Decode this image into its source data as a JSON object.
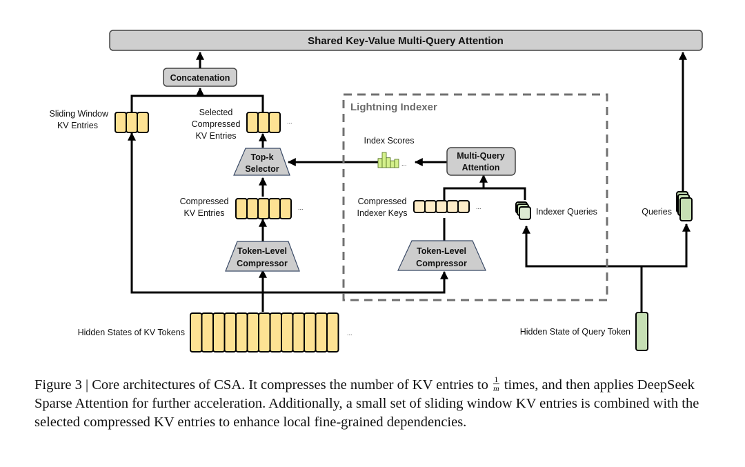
{
  "diagram": {
    "top_bar": "Shared Key-Value Multi-Query Attention",
    "concatenation": "Concatenation",
    "sliding_window": [
      "Sliding Window",
      "KV Entries"
    ],
    "selected_compressed": [
      "Selected",
      "Compressed",
      "KV Entries"
    ],
    "top_k_selector": [
      "Top-k",
      "Selector"
    ],
    "compressed_kv": [
      "Compressed",
      "KV Entries"
    ],
    "token_level_compressor": [
      "Token-Level",
      "Compressor"
    ],
    "hidden_states_kv": "Hidden States of KV Tokens",
    "lightning_indexer": "Lightning Indexer",
    "index_scores": "Index Scores",
    "multi_query_attention": [
      "Multi-Query",
      "Attention"
    ],
    "compressed_indexer_keys": [
      "Compressed",
      "Indexer Keys"
    ],
    "indexer_queries": "Indexer Queries",
    "indexer_compressor": [
      "Token-Level",
      "Compressor"
    ],
    "queries": "Queries",
    "hidden_state_query": "Hidden State of Query Token",
    "ellipsis": "...",
    "counts": {
      "sliding_window_cells": 3,
      "selected_cells": 3,
      "compressed_kv_cells": 5,
      "indexer_key_cells": 5,
      "hidden_state_cells": 13,
      "index_score_bars": [
        0.6,
        1.0,
        0.65,
        0.45,
        0.55
      ]
    },
    "colors": {
      "kv_fill": "#FDE293",
      "indexer_key_fill": "#FDECC8",
      "query_fill": "#C6DFB4",
      "score_fill": "#D4F08C",
      "box_fill": "#CFCFCF",
      "trap_fill": "#CDCDCD",
      "dash_stroke": "#707070"
    }
  },
  "caption": {
    "prefix": "Figure 3 | Core architectures of CSA. It compresses the number of KV entries to",
    "frac_num": "1",
    "frac_den": "m",
    "suffix": "times, and then applies DeepSeek Sparse Attention for further acceleration.  Additionally, a small set of sliding window KV entries is combined with the selected compressed KV entries to enhance local fine-grained dependencies."
  }
}
